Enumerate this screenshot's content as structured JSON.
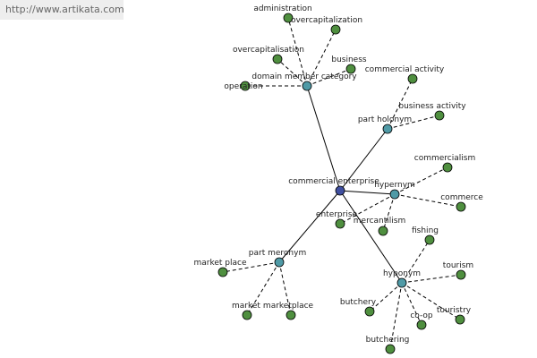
{
  "header": {
    "url": "http://www.artikata.com"
  },
  "colors": {
    "center": "#3f4fa0",
    "relation": "#4f9aa6",
    "word": "#4f8f3f"
  },
  "graph": {
    "center": {
      "id": "center",
      "label": "commercial enterprise"
    },
    "relations": [
      {
        "id": "domain",
        "label": "domain member category"
      },
      {
        "id": "part-holonym",
        "label": "part holonym"
      },
      {
        "id": "hypernym",
        "label": "hypernym"
      },
      {
        "id": "part-meronym",
        "label": "part meronym"
      },
      {
        "id": "hyponym",
        "label": "hyponym"
      }
    ],
    "words": [
      {
        "id": "administration",
        "label": "administration",
        "parent": "domain"
      },
      {
        "id": "overcapitalization",
        "label": "overcapitalization",
        "parent": "domain"
      },
      {
        "id": "overcapitalisation",
        "label": "overcapitalisation",
        "parent": "domain"
      },
      {
        "id": "business",
        "label": "business",
        "parent": "domain"
      },
      {
        "id": "operation",
        "label": "operation",
        "parent": "domain"
      },
      {
        "id": "commercial-activity",
        "label": "commercial activity",
        "parent": "part-holonym"
      },
      {
        "id": "business-activity",
        "label": "business activity",
        "parent": "part-holonym"
      },
      {
        "id": "commercialism",
        "label": "commercialism",
        "parent": "hypernym"
      },
      {
        "id": "commerce",
        "label": "commerce",
        "parent": "hypernym"
      },
      {
        "id": "mercantilism",
        "label": "mercantilism",
        "parent": "hypernym"
      },
      {
        "id": "enterprise",
        "label": "enterprise",
        "parent": "hypernym"
      },
      {
        "id": "market-place",
        "label": "market place",
        "parent": "part-meronym"
      },
      {
        "id": "market",
        "label": "market",
        "parent": "part-meronym"
      },
      {
        "id": "marketplace",
        "label": "marketplace",
        "parent": "part-meronym"
      },
      {
        "id": "fishing",
        "label": "fishing",
        "parent": "hyponym"
      },
      {
        "id": "tourism",
        "label": "tourism",
        "parent": "hyponym"
      },
      {
        "id": "touristry",
        "label": "touristry",
        "parent": "hyponym"
      },
      {
        "id": "co-op",
        "label": "co-op",
        "parent": "hyponym"
      },
      {
        "id": "butchery",
        "label": "butchery",
        "parent": "hyponym"
      },
      {
        "id": "butchering",
        "label": "butchering",
        "parent": "hyponym"
      }
    ]
  }
}
